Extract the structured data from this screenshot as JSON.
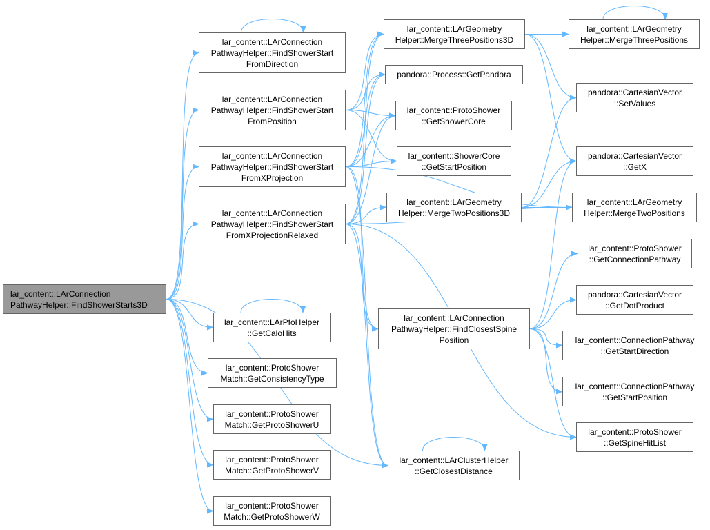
{
  "colors": {
    "edge": "#63b8ff",
    "node_border": "#666666",
    "node_fill": "#ffffff",
    "root_fill": "#999999"
  },
  "nodes": [
    {
      "id": "root",
      "lines": [
        "lar_content::LArConnection",
        "PathwayHelper::FindShowerStarts3D"
      ],
      "root": true
    },
    {
      "id": "fsfd",
      "lines": [
        "lar_content::LArConnection",
        "PathwayHelper::FindShowerStart",
        "FromDirection"
      ]
    },
    {
      "id": "fsfp",
      "lines": [
        "lar_content::LArConnection",
        "PathwayHelper::FindShowerStart",
        "FromPosition"
      ]
    },
    {
      "id": "fsfx",
      "lines": [
        "lar_content::LArConnection",
        "PathwayHelper::FindShowerStart",
        "FromXProjection"
      ]
    },
    {
      "id": "fsfxr",
      "lines": [
        "lar_content::LArConnection",
        "PathwayHelper::FindShowerStart",
        "FromXProjectionRelaxed"
      ]
    },
    {
      "id": "calo",
      "lines": [
        "lar_content::LArPfoHelper",
        "::GetCaloHits"
      ]
    },
    {
      "id": "cons",
      "lines": [
        "lar_content::ProtoShower",
        "Match::GetConsistencyType"
      ]
    },
    {
      "id": "psu",
      "lines": [
        "lar_content::ProtoShower",
        "Match::GetProtoShowerU"
      ]
    },
    {
      "id": "psv",
      "lines": [
        "lar_content::ProtoShower",
        "Match::GetProtoShowerV"
      ]
    },
    {
      "id": "psw",
      "lines": [
        "lar_content::ProtoShower",
        "Match::GetProtoShowerW"
      ]
    },
    {
      "id": "m3d",
      "lines": [
        "lar_content::LArGeometry",
        "Helper::MergeThreePositions3D"
      ]
    },
    {
      "id": "gpan",
      "lines": [
        "pandora::Process::GetPandora"
      ]
    },
    {
      "id": "gsc",
      "lines": [
        "lar_content::ProtoShower",
        "::GetShowerCore"
      ]
    },
    {
      "id": "gsp",
      "lines": [
        "lar_content::ShowerCore",
        "::GetStartPosition"
      ]
    },
    {
      "id": "m2d",
      "lines": [
        "lar_content::LArGeometry",
        "Helper::MergeTwoPositions3D"
      ]
    },
    {
      "id": "fcsp",
      "lines": [
        "lar_content::LArConnection",
        "PathwayHelper::FindClosestSpine",
        "Position"
      ]
    },
    {
      "id": "gcd",
      "lines": [
        "lar_content::LArClusterHelper",
        "::GetClosestDistance"
      ]
    },
    {
      "id": "m3",
      "lines": [
        "lar_content::LArGeometry",
        "Helper::MergeThreePositions"
      ]
    },
    {
      "id": "setv",
      "lines": [
        "pandora::CartesianVector",
        "::SetValues"
      ]
    },
    {
      "id": "getx",
      "lines": [
        "pandora::CartesianVector",
        "::GetX"
      ]
    },
    {
      "id": "m2",
      "lines": [
        "lar_content::LArGeometry",
        "Helper::MergeTwoPositions"
      ]
    },
    {
      "id": "gcp",
      "lines": [
        "lar_content::ProtoShower",
        "::GetConnectionPathway"
      ]
    },
    {
      "id": "dot",
      "lines": [
        "pandora::CartesianVector",
        "::GetDotProduct"
      ]
    },
    {
      "id": "gsd",
      "lines": [
        "lar_content::ConnectionPathway",
        "::GetStartDirection"
      ]
    },
    {
      "id": "cpsp",
      "lines": [
        "lar_content::ConnectionPathway",
        "::GetStartPosition"
      ]
    },
    {
      "id": "shl",
      "lines": [
        "lar_content::ProtoShower",
        "::GetSpineHitList"
      ]
    }
  ],
  "edges": [
    [
      "root",
      "fsfd"
    ],
    [
      "root",
      "fsfp"
    ],
    [
      "root",
      "fsfx"
    ],
    [
      "root",
      "fsfxr"
    ],
    [
      "root",
      "calo"
    ],
    [
      "root",
      "cons"
    ],
    [
      "root",
      "psu"
    ],
    [
      "root",
      "psv"
    ],
    [
      "root",
      "psw"
    ],
    [
      "root",
      "gcd"
    ],
    [
      "fsfd",
      "fsfd"
    ],
    [
      "calo",
      "calo"
    ],
    [
      "gcd",
      "gcd"
    ],
    [
      "m3",
      "m3"
    ],
    [
      "fsfp",
      "m3d"
    ],
    [
      "fsfp",
      "gpan"
    ],
    [
      "fsfp",
      "gsc"
    ],
    [
      "fsfp",
      "gsp"
    ],
    [
      "fsfx",
      "m3d"
    ],
    [
      "fsfx",
      "gpan"
    ],
    [
      "fsfx",
      "gsc"
    ],
    [
      "fsfx",
      "gsp"
    ],
    [
      "fsfx",
      "fcsp"
    ],
    [
      "fsfx",
      "m2"
    ],
    [
      "fsfx",
      "gcd"
    ],
    [
      "fsfxr",
      "m3d"
    ],
    [
      "fsfxr",
      "gpan"
    ],
    [
      "fsfxr",
      "gsc"
    ],
    [
      "fsfxr",
      "m2d"
    ],
    [
      "fsfxr",
      "fcsp"
    ],
    [
      "fsfxr",
      "m2"
    ],
    [
      "fsfxr",
      "gcd"
    ],
    [
      "fsfxr",
      "shl"
    ],
    [
      "m3d",
      "m3"
    ],
    [
      "m3d",
      "setv"
    ],
    [
      "m3d",
      "getx"
    ],
    [
      "m2d",
      "setv"
    ],
    [
      "m2d",
      "getx"
    ],
    [
      "m2d",
      "m2"
    ],
    [
      "fcsp",
      "getx"
    ],
    [
      "fcsp",
      "gcp"
    ],
    [
      "fcsp",
      "dot"
    ],
    [
      "fcsp",
      "gsd"
    ],
    [
      "fcsp",
      "cpsp"
    ],
    [
      "fcsp",
      "shl"
    ]
  ]
}
